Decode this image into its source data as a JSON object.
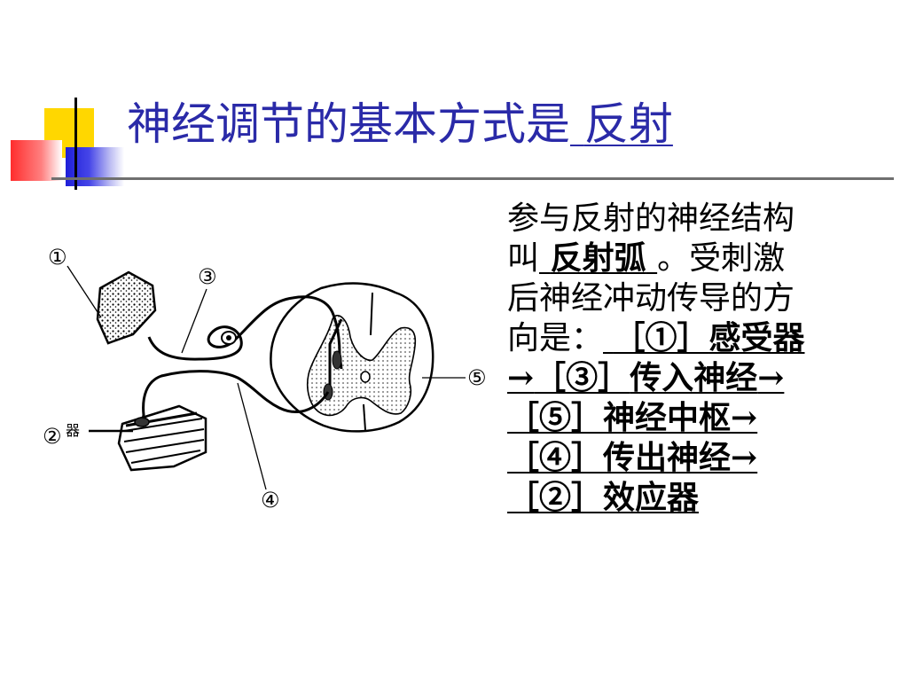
{
  "title": {
    "prefix": "神经调节的基本方式是",
    "answer": "反射"
  },
  "explanation": {
    "line1": "参与反射的神经结构",
    "line2_pre": "叫",
    "line2_answer": "反射弧",
    "line2_post": "。受刺激",
    "line3": "后神经冲动传导的方",
    "line4_pre": "向是：",
    "chain": [
      {
        "bracket": "［①］",
        "name": "感受器"
      },
      {
        "bracket": "［③］",
        "name": "传入神经"
      },
      {
        "bracket": "［⑤］",
        "name": "神经中枢"
      },
      {
        "bracket": "［④］",
        "name": "传出神经"
      },
      {
        "bracket": "［②］",
        "name": "效应器"
      }
    ],
    "arrow": "→"
  },
  "diagram": {
    "labels": {
      "receptor": "①",
      "effector": "②",
      "afferent": "③",
      "efferent": "④",
      "center": "⑤"
    },
    "faint_text": "器"
  },
  "colors": {
    "title": "#2a2aa8",
    "deco_yellow": "#ffd700",
    "deco_red": "#ff2d2d",
    "deco_blue": "#1f1fd8",
    "rule": "#6f6f6f"
  }
}
